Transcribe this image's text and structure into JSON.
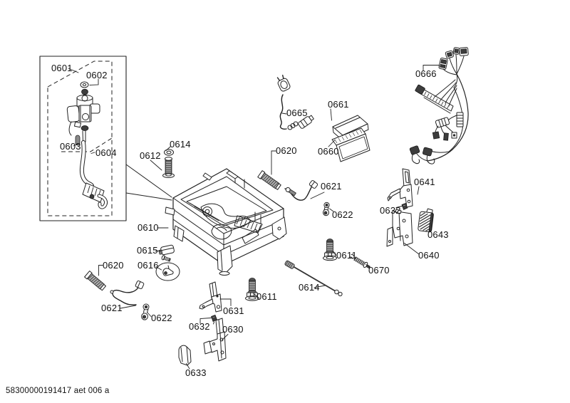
{
  "page": {
    "background_color": "#ffffff",
    "line_color": "#222222",
    "type": "exploded-parts-diagram"
  },
  "footer": {
    "code": "58300000191417 aet 006 a"
  },
  "callouts": {
    "c0601": {
      "label": "0601"
    },
    "c0602": {
      "label": "0602"
    },
    "c0603": {
      "label": "0603"
    },
    "c0604": {
      "label": "0604"
    },
    "c0610": {
      "label": "0610"
    },
    "c0611_left": {
      "label": "0611"
    },
    "c0611_right": {
      "label": "0611"
    },
    "c0612": {
      "label": "0612"
    },
    "c0614_top": {
      "label": "0614"
    },
    "c0614_mid": {
      "label": "0614"
    },
    "c0615": {
      "label": "0615"
    },
    "c0616": {
      "label": "0616"
    },
    "c0620_left": {
      "label": "0620"
    },
    "c0620_mid": {
      "label": "0620"
    },
    "c0621_left": {
      "label": "0621"
    },
    "c0621_mid": {
      "label": "0621"
    },
    "c0622_left": {
      "label": "0622"
    },
    "c0622_mid": {
      "label": "0622"
    },
    "c0630": {
      "label": "0630"
    },
    "c0631": {
      "label": "0631"
    },
    "c0632_left": {
      "label": "0632"
    },
    "c0632_right": {
      "label": "0632"
    },
    "c0633": {
      "label": "0633"
    },
    "c0640": {
      "label": "0640"
    },
    "c0641": {
      "label": "0641"
    },
    "c0643": {
      "label": "0643"
    },
    "c0660": {
      "label": "0660"
    },
    "c0661": {
      "label": "0661"
    },
    "c0665": {
      "label": "0665"
    },
    "c0666": {
      "label": "0666"
    },
    "c0670": {
      "label": "0670"
    }
  }
}
